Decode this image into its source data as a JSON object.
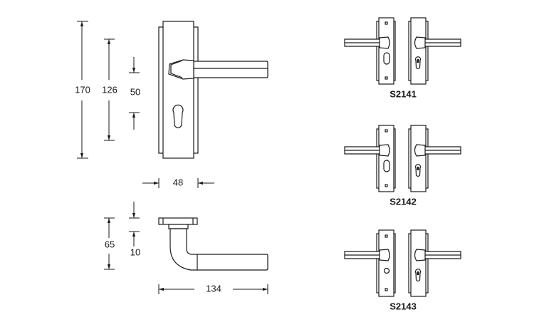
{
  "front_view": {
    "dimensions": {
      "overall_height": "170",
      "fixing_distance": "126",
      "center_distance": "50",
      "width": "48"
    }
  },
  "side_view": {
    "dimensions": {
      "projection": "65",
      "rose_thickness": "10",
      "lever_length": "134"
    }
  },
  "variants": [
    {
      "label": "S2141",
      "left_hole": "oval",
      "right_hole": "cylinder-lock"
    },
    {
      "label": "S2142",
      "left_hole": "oval",
      "right_hole": "cylinder-lock"
    },
    {
      "label": "S2143",
      "left_hole": "turn-knob",
      "right_hole": "cylinder-lock"
    }
  ]
}
